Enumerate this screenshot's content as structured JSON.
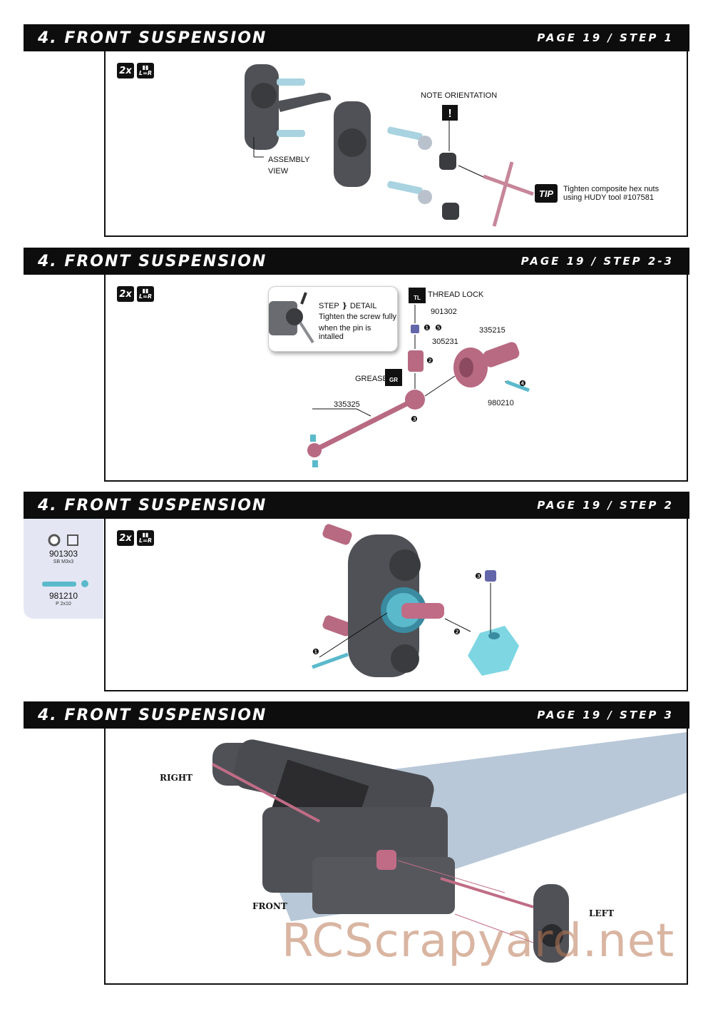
{
  "sections": [
    {
      "title": "4. FRONT SUSPENSION",
      "page": "PAGE 19 / STEP 1"
    },
    {
      "title": "4. FRONT SUSPENSION",
      "page": "PAGE 19 / STEP 2-3"
    },
    {
      "title": "4. FRONT SUSPENSION",
      "page": "PAGE 19 / STEP 2"
    },
    {
      "title": "4. FRONT SUSPENSION",
      "page": "PAGE 19 / STEP 3"
    }
  ],
  "badges": {
    "qty": "2x",
    "lr": "L=R"
  },
  "step1": {
    "assembly_view": "ASSEMBLY",
    "assembly_view2": "VIEW",
    "note": "NOTE ORIENTATION",
    "tip_label": "TIP",
    "tip_line1": "Tighten composite hex nuts",
    "tip_line2": "using HUDY tool #107581"
  },
  "step23": {
    "detail_title": "STEP ❵ DETAIL",
    "detail_line1": "Tighten the screw fully",
    "detail_line2": "when the pin is intalled",
    "thread_lock": "THREAD LOCK",
    "grease": "GREASE",
    "p901302": "901302",
    "p305231": "305231",
    "p335215": "335215",
    "p980210": "980210",
    "p335325": "335325",
    "tl": "TL",
    "gr": "GR",
    "n1": "❶",
    "n2": "❷",
    "n3": "❸",
    "n4": "❹",
    "n5": "❺"
  },
  "sidebar": {
    "p1": "901303",
    "p1sub": "SB M3x3",
    "p2": "981210",
    "p2sub": "P 2x10"
  },
  "step2": {
    "n1": "❶",
    "n2": "❷",
    "n3": "❸"
  },
  "step3": {
    "right": "RIGHT",
    "front": "FRONT",
    "left": "LEFT"
  },
  "watermark": "RCScrapyard.net",
  "colors": {
    "part": "#55565a",
    "pink": "#c06c86",
    "blue": "#5bb9cc",
    "band": "#0d0d0d"
  }
}
